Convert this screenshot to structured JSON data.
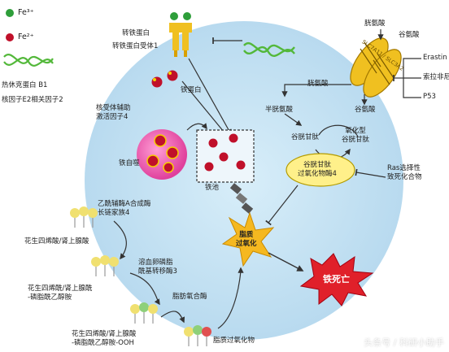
{
  "legend": {
    "fe3": "Fe³⁺",
    "fe2": "Fe²⁺",
    "hsp": "热休克蛋白 B1",
    "nrf2": "核因子E2相关因子2"
  },
  "labels": {
    "transferrin": "转铁蛋白",
    "tfr1": "转铁蛋白受体1",
    "ferritin": "铁蛋白",
    "ncoa4": "核受体辅助\n激活因子4",
    "autophagosome": "铁自噬",
    "iron_pool": "铁池",
    "cystine_top": "胱氨酸",
    "glutamate": "谷氨酸",
    "system_xc": "SLC7A11 / SLC3A2",
    "erastin": "Erastin",
    "sorafenib": "索拉非尼",
    "p53": "P53",
    "cystine_in": "胱氨酸",
    "cysteine": "半胱氨酸",
    "gsh": "谷胱甘肽",
    "gssg": "氧化型\n谷胱甘肽",
    "gpx4": "谷胱甘肽\n过氧化物酶4",
    "ras": "Ras选择性\n致死化合物",
    "lipid_perox": "脂质\n过氧化",
    "ferroptosis": "铁死亡",
    "acsl4": "乙酰辅酶A合成酶\n长链家族4",
    "aa": "花生四烯酸/肾上腺酸",
    "lpcat3": "溶血卵磷脂\n酰基转移酶3",
    "aa_pe": "花生四烯酰/肾上腺酰\n-磷脂酰乙醇胺",
    "lox": "脂肪氧合酶",
    "aa_pe_ooh": "花生四烯酸/肾上腺酸\n-磷脂酰乙醇胺-OOH",
    "lipid_peroxide": "脂质过氧化物"
  },
  "watermark": "头条号 / 科研小助手",
  "colors": {
    "cell": "#c6e2f2",
    "fe3": "#2e9e3a",
    "fe2": "#c0102a",
    "dna": "#53b83a",
    "transporter": "#f0c020",
    "star": "#f5b820",
    "ferroptosis": "#e0202a",
    "gpx4": "#fff08a"
  }
}
